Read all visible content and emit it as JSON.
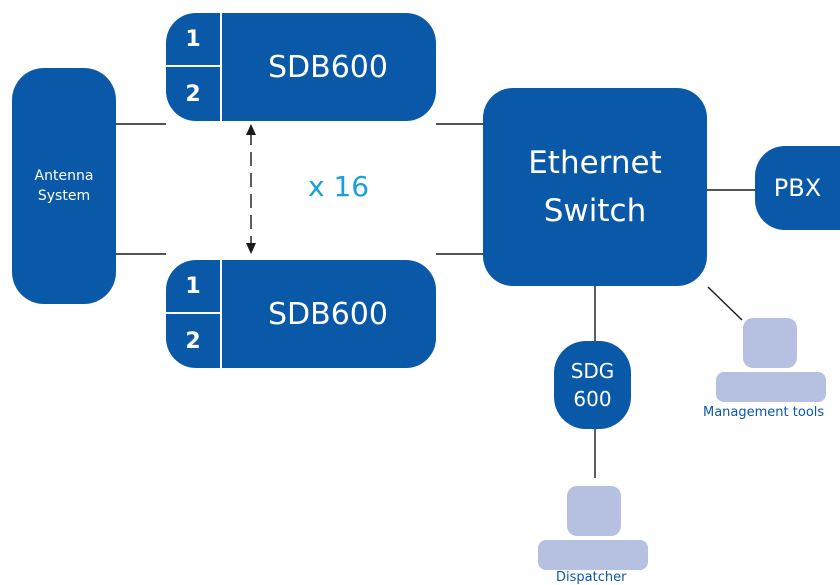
{
  "antenna": {
    "label_line1": "Antenna",
    "label_line2": "System"
  },
  "sdb_top": {
    "slot1": "1",
    "slot2": "2",
    "model": "SDB600"
  },
  "sdb_bottom": {
    "slot1": "1",
    "slot2": "2",
    "model": "SDB600"
  },
  "multiplier": "x 16",
  "switch": {
    "line1": "Ethernet",
    "line2": "Switch"
  },
  "pbx": {
    "label": "PBX"
  },
  "sdg": {
    "line1": "SDG",
    "line2": "600"
  },
  "management": {
    "caption": "Management tools"
  },
  "dispatcher": {
    "caption": "Dispatcher"
  },
  "colors": {
    "box": "#0a58a8",
    "accent": "#1a9fd6",
    "person": "#b6c1e2",
    "line": "#1a1a1a"
  }
}
